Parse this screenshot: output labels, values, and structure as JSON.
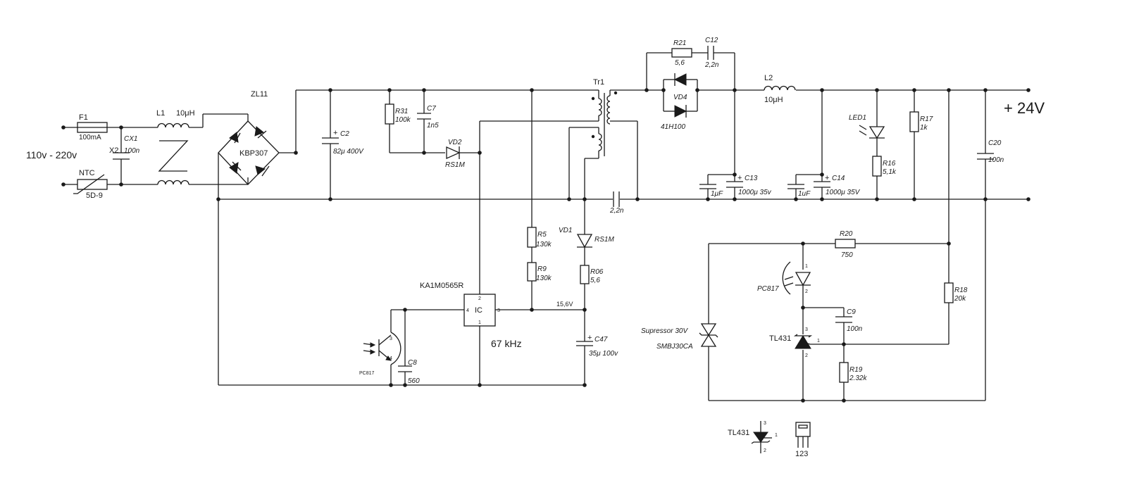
{
  "input": {
    "voltage": "110v - 220v"
  },
  "output": {
    "voltage": "+ 24V"
  },
  "frequency": "67 kHz",
  "node_voltage": "15,6V",
  "components": {
    "F1": {
      "ref": "F1",
      "value": "100mA"
    },
    "L1": {
      "ref": "L1",
      "value": "10μH"
    },
    "CX1": {
      "ref": "CX1",
      "value": "100n",
      "note": "X2"
    },
    "NTC": {
      "ref": "NTC",
      "value": "5D-9"
    },
    "ZL11": {
      "ref": "ZL11",
      "value": "KBP307"
    },
    "C2": {
      "ref": "C2",
      "value": "82μ  400V"
    },
    "R31": {
      "ref": "R31",
      "value": "100k"
    },
    "C7": {
      "ref": "C7",
      "value": "1n5"
    },
    "VD2": {
      "ref": "VD2",
      "value": "RS1M"
    },
    "Tr1": {
      "ref": "Tr1"
    },
    "R21": {
      "ref": "R21",
      "value": "5,6"
    },
    "C12": {
      "ref": "C12",
      "value": "2,2n"
    },
    "VD4": {
      "ref": "VD4",
      "value": "41H100"
    },
    "C13": {
      "ref": "C13",
      "value": "1000μ  35v",
      "bypass": "1μF"
    },
    "L2": {
      "ref": "L2",
      "value": "10μH"
    },
    "C14": {
      "ref": "C14",
      "value": "1000μ  35V",
      "bypass": "1uF"
    },
    "LED1": {
      "ref": "LED1"
    },
    "R16": {
      "ref": "R16",
      "value": "5,1k"
    },
    "R17": {
      "ref": "R17",
      "value": "1k"
    },
    "C20": {
      "ref": "C20",
      "value": "100n"
    },
    "Cy": {
      "value": "2,2n"
    },
    "VD1": {
      "ref": "VD1",
      "value": "RS1M"
    },
    "R5": {
      "ref": "R5",
      "value": "130k"
    },
    "R9": {
      "ref": "R9",
      "value": "130k"
    },
    "R06": {
      "ref": "R06",
      "value": "5,6"
    },
    "IC": {
      "ref": "IC",
      "value": "KA1M0565R",
      "pins": [
        "1",
        "2",
        "3",
        "4"
      ]
    },
    "C47": {
      "ref": "C47",
      "value": "35μ 100v"
    },
    "PC817_rx": {
      "ref": "PC817",
      "pins": [
        "3",
        "4"
      ]
    },
    "C8": {
      "ref": "C8",
      "value": "560"
    },
    "R20": {
      "ref": "R20",
      "value": "750"
    },
    "PC817_tx": {
      "ref": "PC817",
      "pins": [
        "1",
        "2"
      ]
    },
    "C9": {
      "ref": "C9",
      "value": "100n"
    },
    "TL431": {
      "ref": "TL431",
      "pins": [
        "3",
        "1",
        "2"
      ]
    },
    "R18": {
      "ref": "R18",
      "value": "20k"
    },
    "R19": {
      "ref": "R19",
      "value": "2.32k"
    },
    "TVS": {
      "ref": "Supressor 30V",
      "value": "SMBJ30CA"
    }
  },
  "pinout": {
    "ref": "TL431",
    "pins": [
      "3",
      "1",
      "2"
    ],
    "package_pins": "123"
  }
}
